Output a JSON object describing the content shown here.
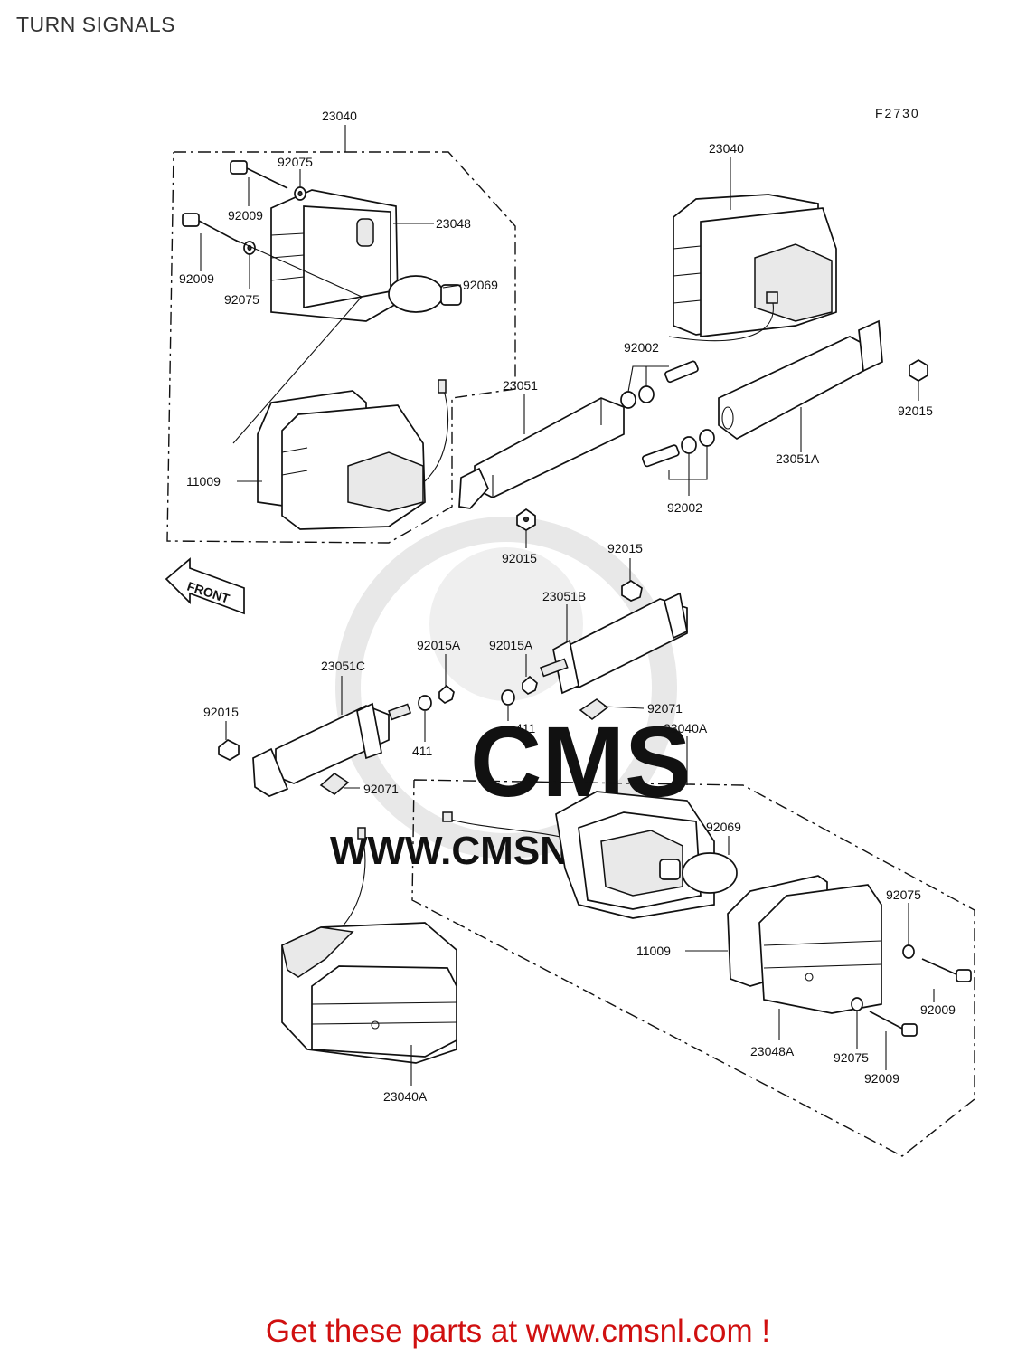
{
  "page": {
    "title": "TURN SIGNALS",
    "figure_code": "F2730",
    "front_label": "FRONT",
    "watermark": {
      "brand": "CMS",
      "url": "WWW.CMSNL.COM"
    },
    "footer_cta": "Get these parts at www.cmsnl.com !"
  },
  "labels": {
    "l23040_top": "23040",
    "l92075_a": "92075",
    "l92009_a": "92009",
    "l23048": "23048",
    "l92009_b": "92009",
    "l92075_b": "92075",
    "l92069_a": "92069",
    "l23040_right": "23040",
    "l92002_a": "92002",
    "l23051": "23051",
    "l11009_a": "11009",
    "l92015_a": "92015",
    "l23051A": "23051A",
    "l92002_b": "92002",
    "l92015_b": "92015",
    "l92015_c": "92015",
    "l23051B": "23051B",
    "l92015A_a": "92015A",
    "l92015A_b": "92015A",
    "l23051C": "23051C",
    "l92015_d": "92015",
    "l411_a": "411",
    "l411_b": "411",
    "l92071_a": "92071",
    "l23040A_top": "23040A",
    "l92071_b": "92071",
    "l92069_b": "92069",
    "l92075_c": "92075",
    "l11009_b": "11009",
    "l92009_c": "92009",
    "l23048A": "23048A",
    "l92075_d": "92075",
    "l92009_d": "92009",
    "l23040A_bottom": "23040A"
  },
  "colors": {
    "footer": "#d01010",
    "linework": "#111111",
    "watermark": "#e6e6e6"
  }
}
